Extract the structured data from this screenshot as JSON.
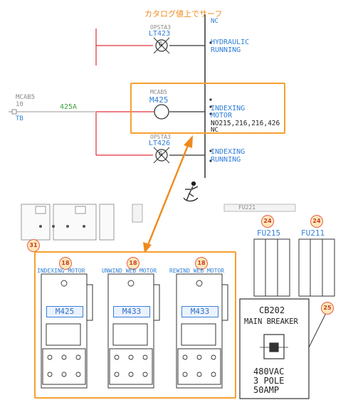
{
  "banner": {
    "text": "カタログ値上でサーフ"
  },
  "top_diagram": {
    "row_hydraulic": {
      "device": "OPSTA3",
      "tag": "LT423",
      "symbol": "G",
      "label_line1": "HYDRAULIC",
      "label_line2": "RUNNING"
    },
    "row_motor": {
      "left_source": "MCAB5",
      "left_num": "10",
      "left_tb": "TB",
      "wire": "425A",
      "device": "MCAB5",
      "tag": "M425",
      "label_line1": "INDEXING",
      "label_line2": "MOTOR",
      "contacts_no": "NO215,216,216,426",
      "contacts_nc": "NC"
    },
    "row_indexing": {
      "device": "OPSTA3",
      "tag": "LT426",
      "symbol": "G",
      "label_line1": "INDEXING",
      "label_line2": "RUNNING"
    },
    "top_nc": "NC"
  },
  "panel": {
    "left_badge": "31",
    "fuse_badge_1": "24",
    "fuse_badge_2": "24",
    "fuse_1": "FU215",
    "fuse_2": "FU211",
    "fuse_top_label": "FU221",
    "starters": [
      {
        "badge": "18",
        "title": "INDEXING MOTOR",
        "tag": "M425"
      },
      {
        "badge": "18",
        "title": "UNWIND WEB MOTOR",
        "tag": "M433"
      },
      {
        "badge": "18",
        "title": "REWIND WEB MOTOR",
        "tag": "M433"
      }
    ],
    "breaker": {
      "badge": "25",
      "name": "CB202",
      "title": "MAIN BREAKER",
      "spec_line1": "480VAC",
      "spec_line2": "3 POLE",
      "spec_line3": "50AMP"
    }
  },
  "colors": {
    "highlight": "#f5a031",
    "cad_blue": "#2f7fd6",
    "wire_red": "#e0303a",
    "wire_green": "#3aa53a"
  },
  "icons": {
    "cursor": "drag-figure-cursor-icon"
  }
}
